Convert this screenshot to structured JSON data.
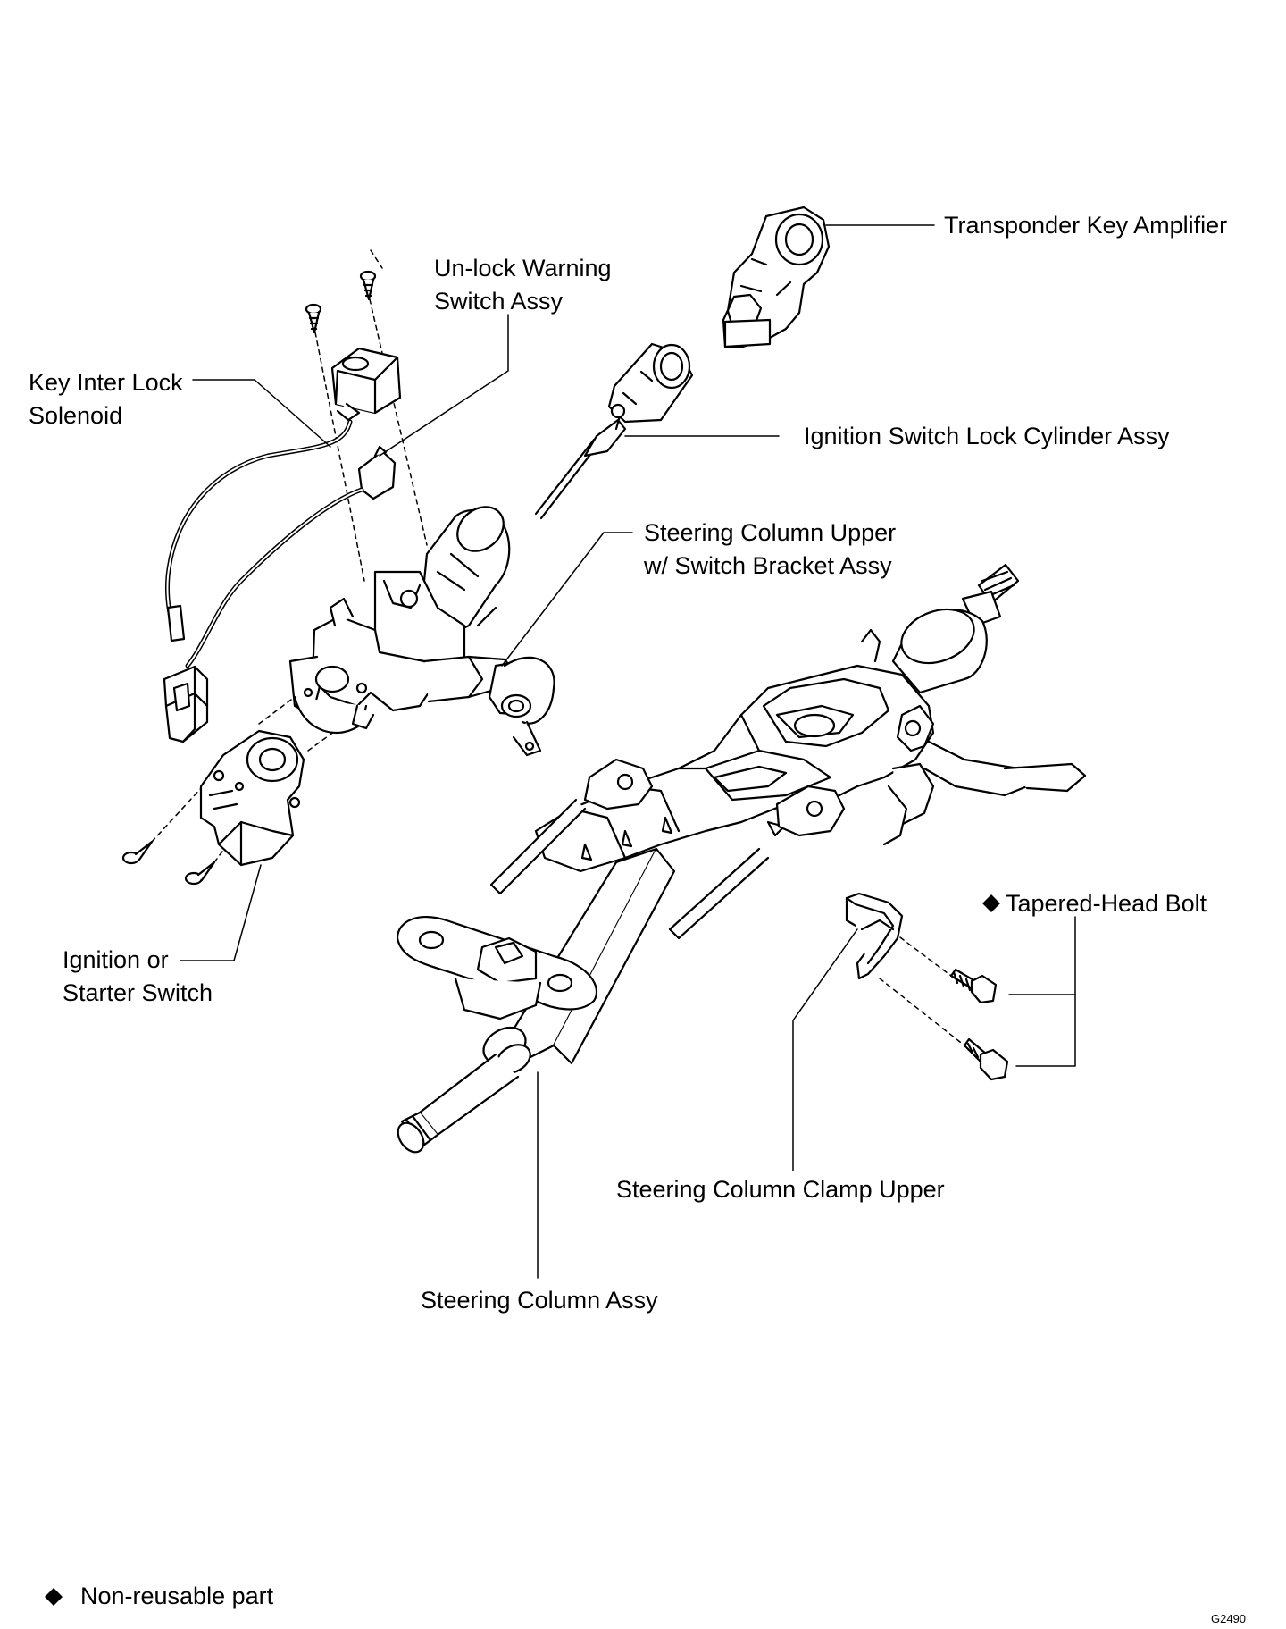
{
  "labels": {
    "transponder": "Transponder Key Amplifier",
    "unlock_line1": "Un-lock Warning",
    "unlock_line2": "Switch Assy",
    "keyinter_line1": "Key Inter Lock",
    "keyinter_line2": "Solenoid",
    "cylinder": "Ignition Switch Lock Cylinder Assy",
    "upper_line1": "Steering Column Upper",
    "upper_line2": "w/ Switch Bracket Assy",
    "bolt": "Tapered-Head Bolt",
    "ignition_line1": "Ignition or",
    "ignition_line2": "Starter Switch",
    "clamp": "Steering Column Clamp Upper",
    "column": "Steering Column Assy"
  },
  "legend": {
    "symbol": "◆",
    "text": "Non-reusable part"
  },
  "figure_code": "G2490"
}
